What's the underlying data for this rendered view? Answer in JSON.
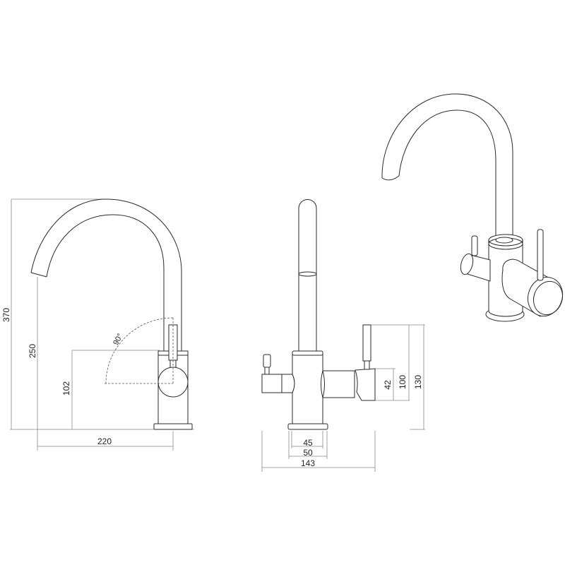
{
  "drawing": {
    "side_view": {
      "dimensions": {
        "total_height": "370",
        "spout_height": "250",
        "body_height": "102",
        "reach": "220",
        "lever_angle": "90°"
      }
    },
    "front_view": {
      "dimensions": {
        "lever_offset": "42",
        "arm_height": "100",
        "lever_height": "130",
        "body_width": "45",
        "base_width": "50",
        "total_width": "143"
      }
    }
  }
}
